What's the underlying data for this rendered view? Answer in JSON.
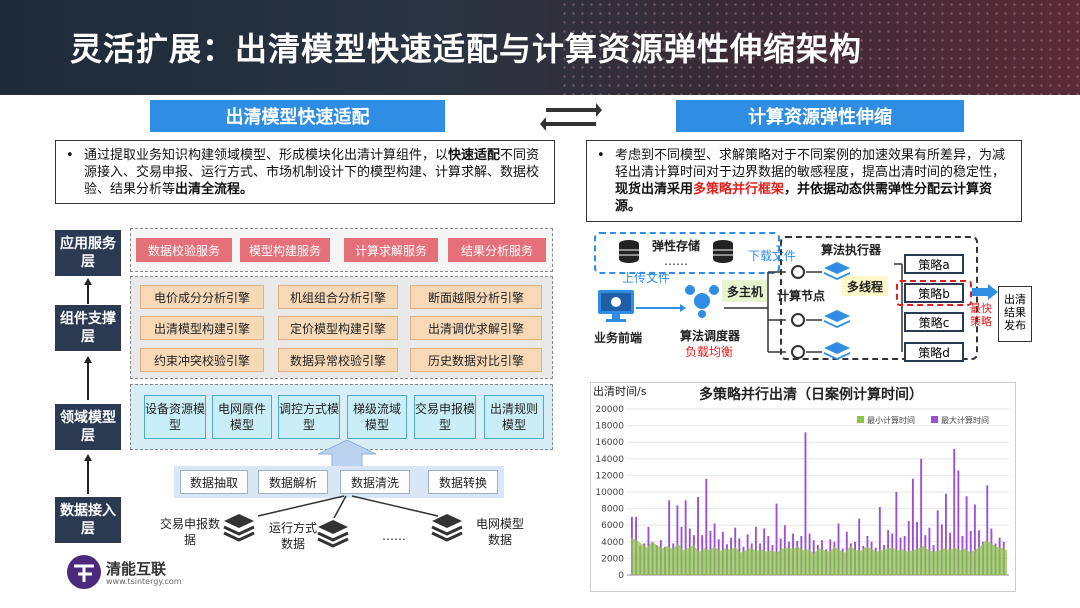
{
  "header": {
    "title": "灵活扩展：出清模型快速适配与计算资源弹性伸缩架构"
  },
  "left": {
    "title": "出清模型快速适配",
    "bullet_a": "通过提取业务知识构建领域模型、形成模块化出清计算组件，以",
    "bullet_b": "快速适配",
    "bullet_c": "不同资源接入、交易申报、运行方式、市场机制设计下的模型构建、计算求解、数据校验、结果分析等",
    "bullet_d": "出清全流程。",
    "layers": [
      "应用服务层",
      "组件支撑层",
      "领域模型层",
      "数据接入层"
    ],
    "services": [
      "数据校验服务",
      "模型构建服务",
      "计算求解服务",
      "结果分析服务"
    ],
    "engines": [
      "电价成分分析引擎",
      "机组组合分析引擎",
      "断面越限分析引擎",
      "出清模型构建引擎",
      "定价模型构建引擎",
      "出清调优求解引擎",
      "约束冲突校验引擎",
      "数据异常校验引擎",
      "历史数据对比引擎"
    ],
    "models": [
      "设备资源模型",
      "电网原件模型",
      "调控方式模型",
      "梯级流域模型",
      "交易申报模型",
      "出清规则模型"
    ],
    "tools": [
      "数据抽取",
      "数据解析",
      "数据清洗",
      "数据转换"
    ],
    "sources": [
      "交易申报数据",
      "运行方式数据",
      "……",
      "电网模型数据"
    ]
  },
  "right": {
    "title": "计算资源弹性伸缩",
    "bullet_a": "考虑到不同模型、求解策略对于不同案例的加速效果有所差异，为减轻出清计算时间对于边界数据的敏感程度，提高出清时间的稳定性，",
    "bullet_b": "现货出清采用",
    "bullet_c": "多策略并行框架",
    "bullet_d": "，并依据动态供需弹性分配云计算资源。",
    "arch": {
      "storage": "弹性存储",
      "dots": "……",
      "upload": "上传文件",
      "download": "下载文件",
      "frontend": "业务前端",
      "scheduler": "算法调度器",
      "balance": "负载均衡",
      "multihost": "多主机",
      "executor": "算法执行器",
      "compute_node": "计算节点",
      "multithread": "多线程",
      "strategies": [
        "策略a",
        "策略b",
        "策略c",
        "策略d"
      ],
      "fastest": "最快策略",
      "result": "出清结果发布"
    }
  },
  "chart_data": {
    "type": "bar",
    "title": "多策略并行出清（日案例计算时间）",
    "ylabel": "出清时间/s",
    "ylim": [
      0,
      20000
    ],
    "yticks": [
      0,
      2000,
      4000,
      6000,
      8000,
      10000,
      12000,
      14000,
      16000,
      18000,
      20000
    ],
    "series": [
      {
        "name": "最小计算时间",
        "color": "#8cc44a",
        "values": [
          4500,
          4200,
          3800,
          3300,
          4000,
          3600,
          3200,
          3500,
          3100,
          3800,
          3000,
          3300,
          3600,
          2800,
          3200,
          3000,
          3400,
          2900,
          3200,
          3100,
          3400,
          2700,
          3000,
          3300,
          2900,
          3100,
          2800,
          3000,
          2700,
          3200,
          3300,
          3200,
          3400,
          3000,
          3100,
          2600,
          3200,
          3000,
          2800,
          3400,
          3000,
          2700,
          3500,
          3000,
          2900,
          3400,
          3200,
          2800,
          3000,
          3200,
          3300,
          3000,
          3100,
          2800,
          3000,
          3200,
          3500,
          3000,
          2800,
          3000,
          3200,
          3000,
          3300,
          3000,
          3200,
          2700,
          3100,
          3500,
          4200,
          3800,
          3400,
          3300,
          3000
        ]
      },
      {
        "name": "最大计算时间",
        "color": "#9b4fd4",
        "values": [
          7000,
          7000,
          3500,
          3800,
          5800,
          4000,
          3600,
          4200,
          3400,
          9000,
          3800,
          8400,
          5800,
          9000,
          5600,
          4800,
          9400,
          4800,
          11600,
          5300,
          6200,
          4300,
          5200,
          3700,
          4500,
          5700,
          4400,
          3400,
          4900,
          3800,
          5800,
          3800,
          5600,
          4700,
          3600,
          8600,
          4400,
          6000,
          4000,
          5000,
          4100,
          4700,
          17200,
          5000,
          4200,
          3600,
          4200,
          3100,
          4300,
          4000,
          6200,
          3200,
          5200,
          3800,
          4000,
          6800,
          3500,
          4700,
          4000,
          3300,
          8200,
          3600,
          5400,
          5000,
          10000,
          4500,
          4700,
          6500,
          11600,
          6400,
          14000,
          4800,
          5700,
          3600,
          7800,
          6100,
          9800,
          5100,
          15200,
          12600,
          4700,
          9500,
          5300,
          8500,
          5400,
          4000,
          10800,
          5600,
          3800,
          4500,
          4000
        ]
      }
    ],
    "legend": "top-right"
  },
  "logo": {
    "name": "清能互联",
    "url": "www.tsintergy.com"
  }
}
